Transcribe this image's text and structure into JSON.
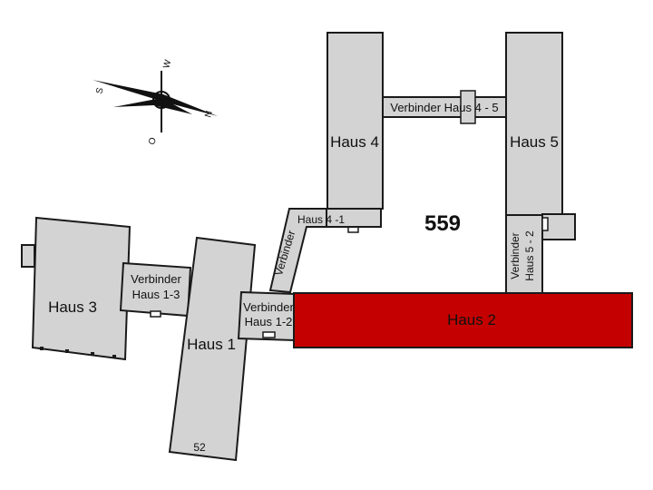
{
  "plan": {
    "area_number": "559",
    "highlight_color": "#c40000",
    "building_color": "#d3d3d3",
    "buildings": {
      "haus1": "Haus 1",
      "haus2": "Haus 2",
      "haus3": "Haus 3",
      "haus4": "Haus 4",
      "haus5": "Haus 5"
    },
    "connectors": {
      "c13_line1": "Verbinder",
      "c13_line2": "Haus 1-3",
      "c12_line1": "Verbinder",
      "c12_line2": "Haus 1-2",
      "c41": "Haus 4 -1",
      "c41_diag": "Verbinder",
      "c45": "Verbinder Haus 4 - 5",
      "c52_line1": "Verbinder",
      "c52_line2": "Haus 5 - 2"
    },
    "room_number": "52"
  },
  "compass": {
    "north": "N",
    "south": "S",
    "east": "O",
    "west": "W"
  }
}
